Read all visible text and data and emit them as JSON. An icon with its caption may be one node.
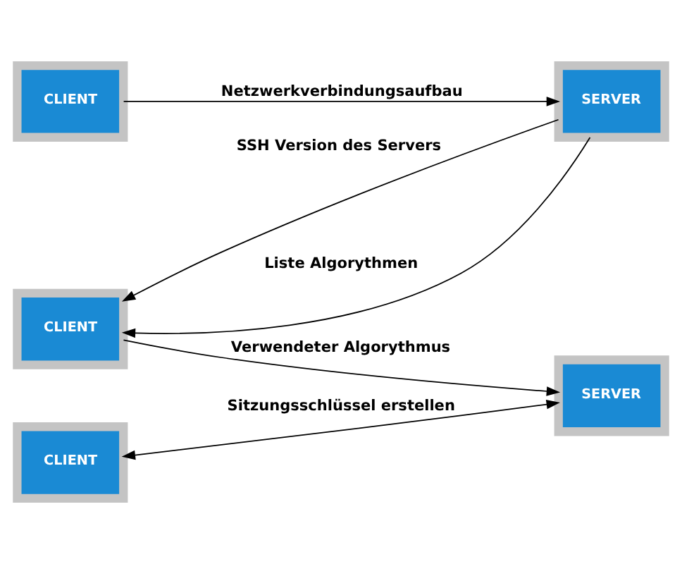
{
  "diagram": {
    "nodes": [
      {
        "text": [
          "CLIENT"
        ]
      },
      {
        "text": [
          "SERVER"
        ]
      },
      {
        "text": [
          "CLIENT"
        ]
      },
      {
        "text": [
          "SERVER"
        ]
      },
      {
        "text": [
          "CLIENT"
        ]
      }
    ],
    "edges": [
      {
        "from": 0,
        "to": 1,
        "arrow": "to",
        "label": "Netzwerkverbindungsaufbau"
      },
      {
        "from": 1,
        "to": 2,
        "arrow": "to",
        "label": "SSH Version des Servers"
      },
      {
        "from": 1,
        "to": 2,
        "arrow": "to",
        "label": "Liste Algorythmen"
      },
      {
        "from": 2,
        "to": 3,
        "arrow": "to",
        "label": "Verwendeter Algorythmus"
      },
      {
        "from": 4,
        "to": 3,
        "arrow": "both",
        "label": "Sitzungsschlüssel erstellen"
      }
    ]
  }
}
